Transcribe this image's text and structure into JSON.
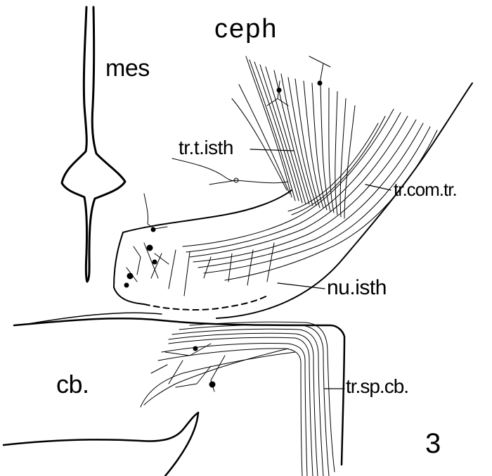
{
  "labels": {
    "mes": "mes",
    "ceph": "ceph",
    "tr_t_isth": "tr.t.isth",
    "tr_com_tr": "tr.com.tr.",
    "nu_isth": "nu.isth",
    "cb": "cb.",
    "tr_sp_cb": "tr.sp.cb.",
    "figure_number": "3"
  },
  "colors": {
    "ink": "#000000",
    "background": "#ffffff"
  }
}
